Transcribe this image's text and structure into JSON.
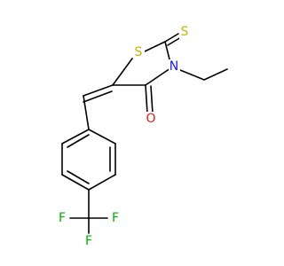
{
  "molecule": {
    "atoms": {
      "S1": {
        "label": "S",
        "color": "#c8b400"
      },
      "S2": {
        "label": "S",
        "color": "#c8b400"
      },
      "N": {
        "label": "N",
        "color": "#2020e0"
      },
      "O": {
        "label": "O",
        "color": "#e02020"
      },
      "F1": {
        "label": "F",
        "color": "#00b000"
      },
      "F2": {
        "label": "F",
        "color": "#00b000"
      },
      "F3": {
        "label": "F",
        "color": "#00b000"
      }
    }
  }
}
